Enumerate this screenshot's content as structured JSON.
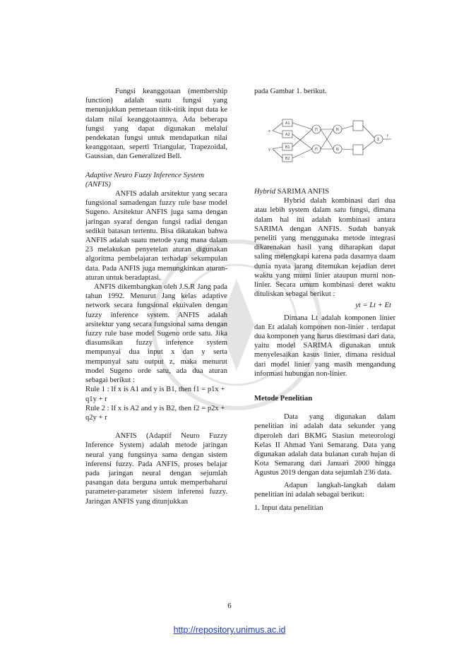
{
  "left_column": {
    "p_membership": "Fungsi keanggotaan (membership function) adalah suatu fungsi yang menunjukkan pemetaan titik-titik input data ke dalam nilai keanggotaannya. Ada beberapa fungsi yang dapat digunakan melalui pendekatan fungsi untuk mendapatkan nilai keanggotaan, seperti Triangular, Trapezoidal, Gaussian, dan Generalized Bell.",
    "anfis_heading": "Adaptive Neuro Fuzzy Inference System (ANFIS)",
    "p_anfis1": "ANFIS adalah arsitektur yang secara fungsional samadengan fuzzy rule base model Sugeno. Arsitektur ANFIS juga sama dengan jaringan syaraf dengan fungsi radial dengan sedikit batasan tertentu. Bisa dikatakan bahwa ANFIS adalah suatu metode yang mana dalam 23 melakukan penyetelan aturan digunakan algoritma pembelajaran terhadap sekumpulan data. Pada ANFIS juga memungkinkan aturan-aturan untuk beradaptasi.",
    "p_anfis2": "ANFIS dikembangkan oleh J.S.R Jang pada tahun 1992. Menurut Jang kelas adaptive network secara fungsional ekuivalen dengan fuzzy inference system. ANFIS adalah arsitektur yang secara fungsional sama dengan fuzzy rule base model Sugeno orde satu. Jika diasumsikan fuzzy inference system mempunyai dua input x dan y serta mempunyai satu output z, maka menurut model Sugeno orde satu, ada dua aturan sebagai berikut :",
    "rule1": "Rule 1 : If x is A1 and y is B1, then f1 = p1x + q1y + r",
    "rule2": "Rule 2 : If x is A2 and y is B2, then f2 = p2x + q2y + r",
    "p_anfis3": "ANFIS (Adaptif Neuro Fuzzy Inference System) adalah metode jaringan neural yang fungsinya sama dengan sistem inferensi fuzzy. Pada ANFIS, proses belajar pada jaringan neural dengan sejumlah pasangan data berguna untuk memperbaharui parameter-parameter sistem inferensi fuzzy. Jaringan ANFIS yang ditunjukkan"
  },
  "right_column": {
    "fig_ref": "pada Gambar 1. berikut.",
    "hybrid_heading_italic": "Hybrid",
    "hybrid_heading_rest": " SARIMA ANFIS",
    "p_hybrid": "Hybrid dalah kombinasi dari dua atau lebih system dalam satu fungsi, dimana dalam hal ini adalah kombinasi antara SARIMA dengan ANFIS. Sudah banyak peneliti yang menggunaka metode integrasi dikarenakan hasil yang diharapkan dapat saling melengkapi karena pada dasarnya daam dunia nyata jarang ditemukan kejadian deret waktu yang murni linier ataupun murni non-linier. Secara umum kombinasi deret waktu dituliskan sebagai berikut :",
    "equation": "yt = Lt + Et",
    "p_dimana": "Dimana Lt adalah komponen linier dan Et adalah komponen non-linier . terdapat dua komponen yang harus diestimasi dari data, yaitu model SARIMA digunakan untuk menyelesaikan kasus linier, dimana residual dari model linier yang masih mengandung informasi hubungan non-linier.",
    "metode_heading": "Metode Penelitian",
    "p_metode1": "Data yang digunakan dalam penelitian ini adalah data sekunder yang diperoleh dari BKMG Stasiun meteorologi Kelas II Ahmad Yani Semarang. Data yang digunakan adalah data bulanan curah hujan di Kota Semarang dari Januari 2000 hingga Agustus 2019 dengan data sejumlah 236 data.",
    "p_metode2": "Adapun langkah-langkah dalam penelitian ini adalah sebagai berikut:",
    "list_item_1": "1.   Input data penelitian"
  },
  "figure": {
    "nodes": [
      "A1",
      "A2",
      "B1",
      "B2",
      "Π",
      "Π",
      "N",
      "N",
      "Σ"
    ],
    "labels": [
      "x",
      "y",
      "f"
    ]
  },
  "page_number": "6",
  "footer_link": "http://repository.unimus.ac.id",
  "colors": {
    "link": "#1f3fbf",
    "text": "#1a1a1a"
  }
}
